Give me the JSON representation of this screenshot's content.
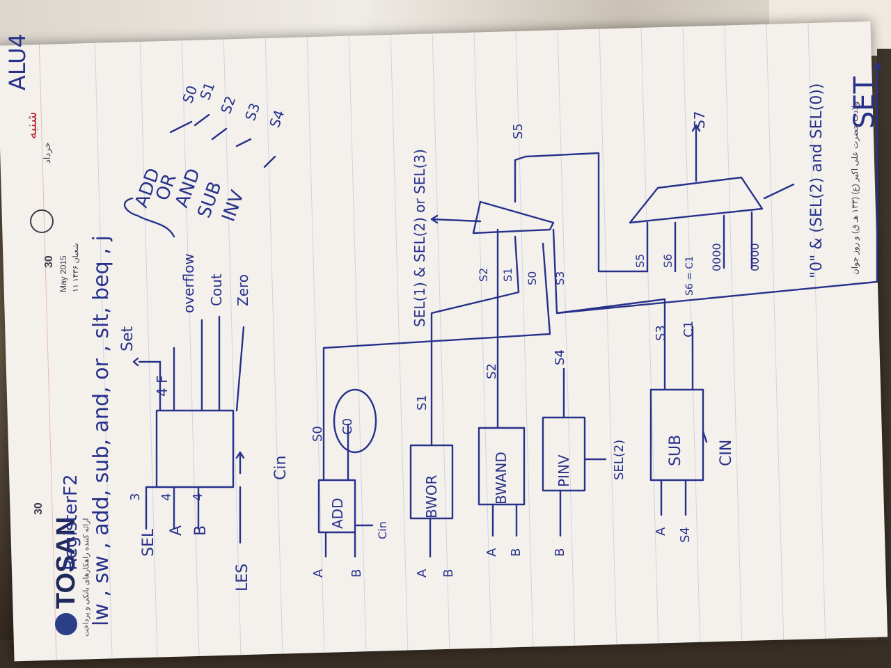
{
  "header": {
    "brand_logo": "TOSAN",
    "brand_tagline": "ارائه کننده راهکارهای بانکی و پرداخت",
    "date_day": "30",
    "date_gregorian": "May 2015",
    "date_hijri": "۱۱ شعبان ۱۴۳۶",
    "weekday": "شنبه",
    "month_fa": "خرداد",
    "page_title": "ALU4",
    "page_note_top": "RegisterF2",
    "footer_note": "ولادت حضرت علی اکبر (ع) (۱۳۳ هـ ق) و روز جوان"
  },
  "instructions": "lw , sw , add, sub, and, or , slt, beq , j",
  "ops_mapping": [
    {
      "op": "ADD",
      "sel": "S0"
    },
    {
      "op": "OR",
      "sel": "S1"
    },
    {
      "op": "AND",
      "sel": "S2"
    },
    {
      "op": "SUB",
      "sel": "S3"
    },
    {
      "op": "INV",
      "sel": "S4"
    }
  ],
  "alu_block": {
    "inputs": [
      "SEL",
      "A",
      "B",
      "LES"
    ],
    "input_widths": [
      "3",
      "4",
      "4"
    ],
    "cin": "Cin",
    "outputs": [
      "Set",
      "4 F",
      "overflow",
      "Cout",
      "Zero"
    ]
  },
  "blocks": {
    "add": {
      "label": "ADD",
      "inputs": [
        "A",
        "B"
      ],
      "cin": "Cin",
      "out": "S0",
      "carry": "C0"
    },
    "bwor": {
      "label": "BWOR",
      "inputs": [
        "A",
        "B"
      ],
      "out": "S1"
    },
    "bwand": {
      "label": "BWAND",
      "inputs": [
        "A",
        "B"
      ],
      "out": "S2"
    },
    "pinv": {
      "label": "PINV",
      "inputs": [
        "B"
      ],
      "out": "S4",
      "sel": "SEL(2)"
    },
    "sub": {
      "label": "SUB",
      "inputs": [
        "A",
        "S4"
      ],
      "out": "S3",
      "carry": "C1",
      "cin": "CIN"
    }
  },
  "mux1": {
    "inputs": [
      "S2",
      "S1",
      "S0",
      "S3"
    ],
    "select": "SEL(1) & SEL(2) or SEL(3)",
    "output": "S5"
  },
  "mux2": {
    "inputs": [
      "S5",
      "S6",
      "0000",
      "0000"
    ],
    "s6_note": "S6 = C1",
    "select": "\"0\" & (SEL(2) and SEL(0))",
    "output": "S7"
  },
  "set_label": "SET"
}
